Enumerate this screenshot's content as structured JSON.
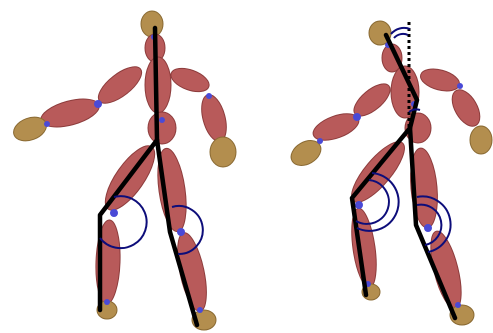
{
  "figures": [
    {
      "id": "left",
      "pose": "upright"
    },
    {
      "id": "right",
      "pose": "bent"
    }
  ],
  "colors": {
    "body": "#b85a5a",
    "hands_feet": "#b38e4e",
    "joints": "#4a4ad6",
    "skeleton": "#000000",
    "angle_arcs": "#0d0d7a",
    "background": "#ffffff"
  }
}
